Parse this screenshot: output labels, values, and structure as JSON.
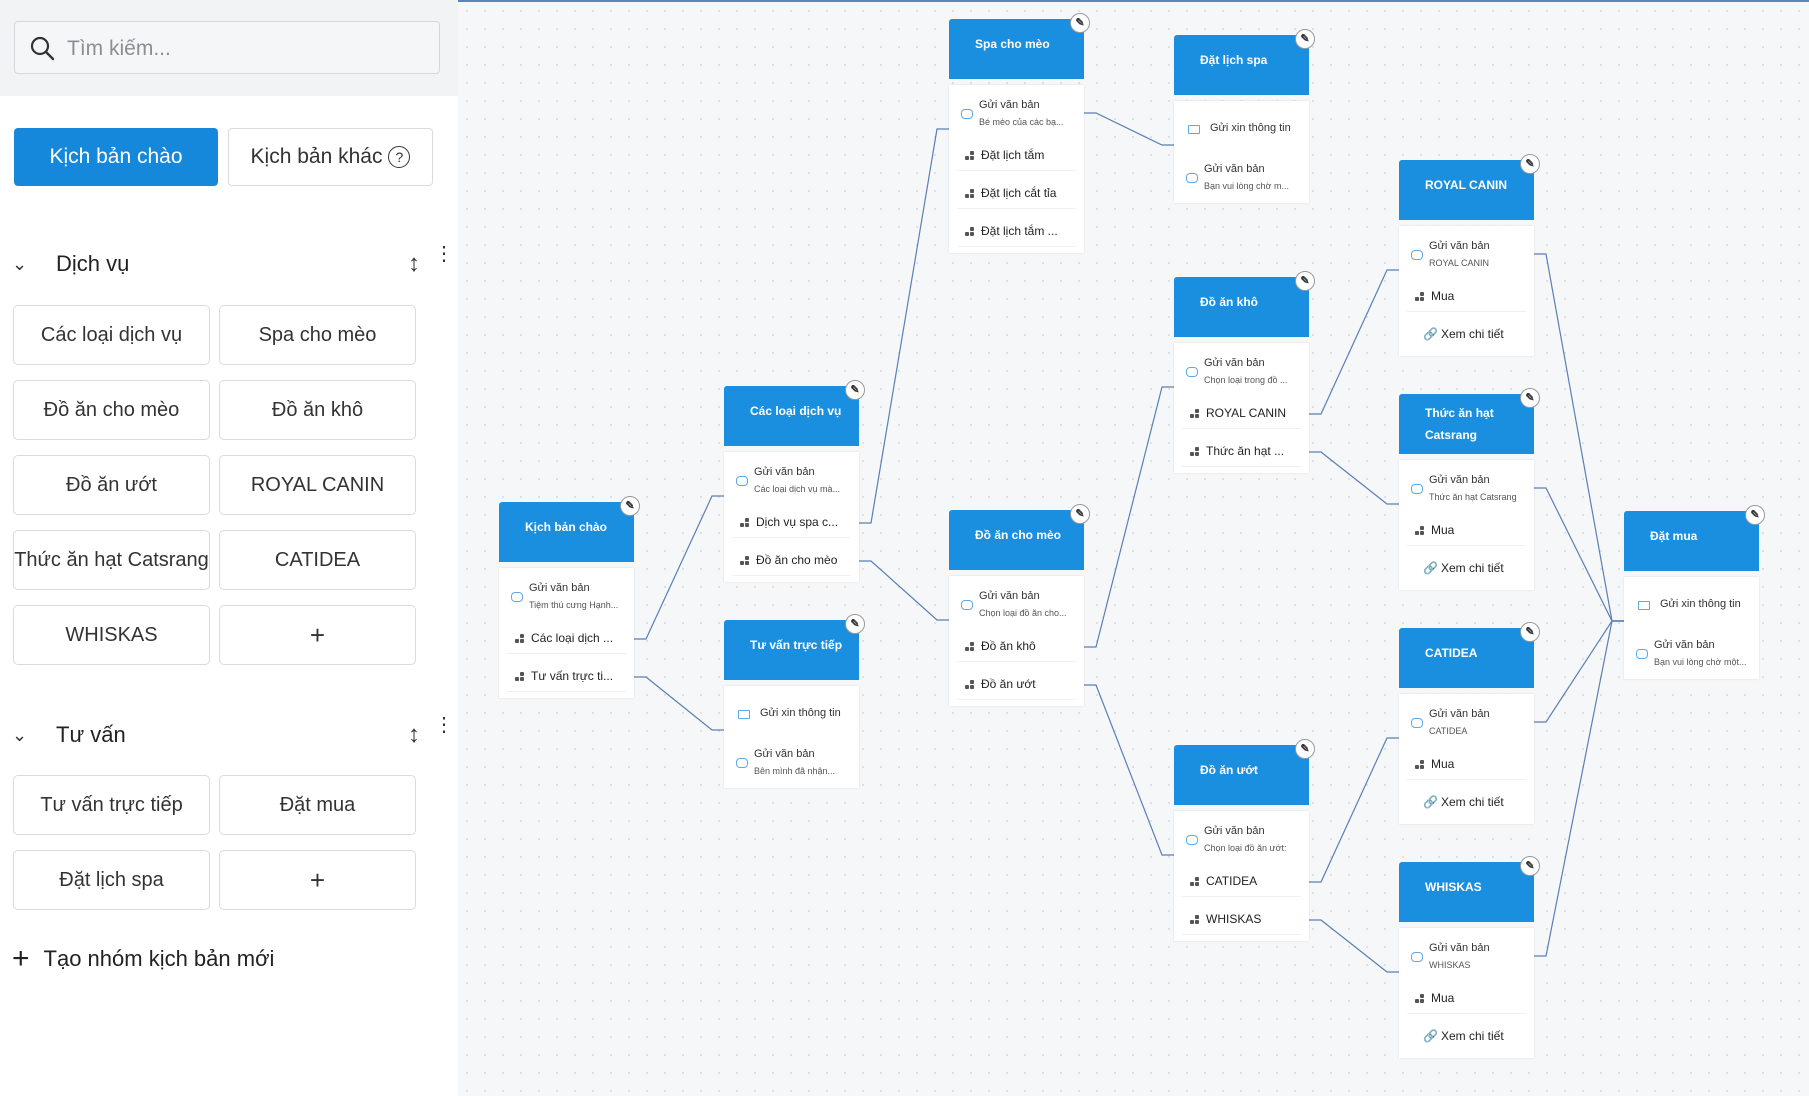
{
  "sidebar": {
    "search": {
      "placeholder": "Tìm kiếm..."
    },
    "tabs": [
      {
        "label": "Kịch bản chào",
        "active": true
      },
      {
        "label": "Kịch bản khác",
        "active": false
      }
    ],
    "groups": [
      {
        "title": "Dịch vụ",
        "items": [
          "Các loại dịch vụ",
          "Spa cho mèo",
          "Đồ ăn cho mèo",
          "Đồ ăn khô",
          "Đồ ăn ướt",
          "ROYAL CANIN",
          "Thức ăn hạt Catsrang",
          "CATIDEA",
          "WHISKAS",
          "+"
        ]
      },
      {
        "title": "Tư vấn",
        "items": [
          "Tư vấn trực tiếp",
          "Đặt mua",
          "Đặt lịch spa",
          "+"
        ]
      }
    ],
    "new_group_label": "Tạo nhóm kịch bản mới"
  },
  "flow": {
    "nodes": [
      {
        "id": "chao",
        "title": "Kịch bản chào",
        "blocks": [
          {
            "type": "text",
            "title": "Gửi văn bản",
            "sub": "Tiệm thú cưng Hạnh..."
          },
          {
            "type": "option",
            "label": "Các loại dịch ..."
          },
          {
            "type": "option",
            "label": "Tư vấn trực ti..."
          }
        ]
      },
      {
        "id": "dichvu",
        "title": "Các loại dịch vụ",
        "blocks": [
          {
            "type": "text",
            "title": "Gửi văn bản",
            "sub": "Các loại dịch vụ mà..."
          },
          {
            "type": "option",
            "label": "Dịch vụ spa c..."
          },
          {
            "type": "option",
            "label": "Đồ ăn cho mèo"
          }
        ]
      },
      {
        "id": "tuvan",
        "title": "Tư vấn trực tiếp",
        "blocks": [
          {
            "type": "form",
            "label": "Gửi xin thông tin"
          },
          {
            "type": "text",
            "title": "Gửi văn bản",
            "sub": "Bên mình đã nhận..."
          }
        ]
      },
      {
        "id": "spa",
        "title": "Spa cho mèo",
        "blocks": [
          {
            "type": "text",
            "title": "Gửi văn bản",
            "sub": "Bé mèo của các bạ..."
          },
          {
            "type": "option",
            "label": "Đặt lịch tắm"
          },
          {
            "type": "option",
            "label": "Đặt lịch cắt tỉa"
          },
          {
            "type": "option",
            "label": "Đặt lịch tắm ..."
          }
        ]
      },
      {
        "id": "doanmeo",
        "title": "Đồ ăn cho mèo",
        "blocks": [
          {
            "type": "text",
            "title": "Gửi văn bản",
            "sub": "Chọn loại đồ ăn cho..."
          },
          {
            "type": "option",
            "label": "Đồ ăn khô"
          },
          {
            "type": "option",
            "label": "Đồ ăn ướt"
          }
        ]
      },
      {
        "id": "datlich",
        "title": "Đặt lịch spa",
        "blocks": [
          {
            "type": "form",
            "label": "Gửi xin thông tin"
          },
          {
            "type": "text",
            "title": "Gửi văn bản",
            "sub": "Bạn vui lòng chờ m..."
          }
        ]
      },
      {
        "id": "doankho",
        "title": "Đồ ăn khô",
        "blocks": [
          {
            "type": "text",
            "title": "Gửi văn bản",
            "sub": "Chọn loại trong đồ ..."
          },
          {
            "type": "option",
            "label": "ROYAL CANIN"
          },
          {
            "type": "option",
            "label": "Thức ăn hạt ..."
          }
        ]
      },
      {
        "id": "doanuot",
        "title": "Đồ ăn ướt",
        "blocks": [
          {
            "type": "text",
            "title": "Gửi văn bản",
            "sub": "Chọn loại đồ ăn ướt:"
          },
          {
            "type": "option",
            "label": "CATIDEA"
          },
          {
            "type": "option",
            "label": "WHISKAS"
          }
        ]
      },
      {
        "id": "royal",
        "title": "ROYAL CANIN",
        "blocks": [
          {
            "type": "text",
            "title": "Gửi văn bản",
            "sub": "ROYAL CANIN"
          },
          {
            "type": "option",
            "label": "Mua"
          },
          {
            "type": "link",
            "label": "Xem chi tiết"
          }
        ]
      },
      {
        "id": "catsrang",
        "title": "Thức ăn hạt Catsrang",
        "blocks": [
          {
            "type": "text",
            "title": "Gửi văn bản",
            "sub": "Thức ăn hạt Catsrang"
          },
          {
            "type": "option",
            "label": "Mua"
          },
          {
            "type": "link",
            "label": "Xem chi tiết"
          }
        ]
      },
      {
        "id": "catidea",
        "title": "CATIDEA",
        "blocks": [
          {
            "type": "text",
            "title": "Gửi văn bản",
            "sub": "CATIDEA"
          },
          {
            "type": "option",
            "label": "Mua"
          },
          {
            "type": "link",
            "label": "Xem chi tiết"
          }
        ]
      },
      {
        "id": "whiskas",
        "title": "WHISKAS",
        "blocks": [
          {
            "type": "text",
            "title": "Gửi văn bản",
            "sub": "WHISKAS"
          },
          {
            "type": "option",
            "label": "Mua"
          },
          {
            "type": "link",
            "label": "Xem chi tiết"
          }
        ]
      },
      {
        "id": "datmua",
        "title": "Đặt mua",
        "blocks": [
          {
            "type": "form",
            "label": "Gửi xin thông tin"
          },
          {
            "type": "text",
            "title": "Gửi văn bản",
            "sub": "Bạn vui lòng chờ một..."
          }
        ]
      }
    ],
    "edges": [
      [
        "chao.1",
        "dichvu"
      ],
      [
        "chao.2",
        "tuvan"
      ],
      [
        "dichvu.1",
        "spa"
      ],
      [
        "dichvu.2",
        "doanmeo"
      ],
      [
        "spa.0",
        "datlich"
      ],
      [
        "doanmeo.1",
        "doankho"
      ],
      [
        "doanmeo.2",
        "doanuot"
      ],
      [
        "doankho.1",
        "royal"
      ],
      [
        "doankho.2",
        "catsrang"
      ],
      [
        "doanuot.1",
        "catidea"
      ],
      [
        "doanuot.2",
        "whiskas"
      ],
      [
        "royal.0",
        "datmua"
      ],
      [
        "catsrang.0",
        "datmua"
      ],
      [
        "catidea.0",
        "datmua"
      ],
      [
        "whiskas.0",
        "datmua"
      ]
    ]
  },
  "colors": {
    "accent": "#1a8fe0",
    "primary_button": "#1588dc",
    "edge": "#5b7fb5"
  }
}
